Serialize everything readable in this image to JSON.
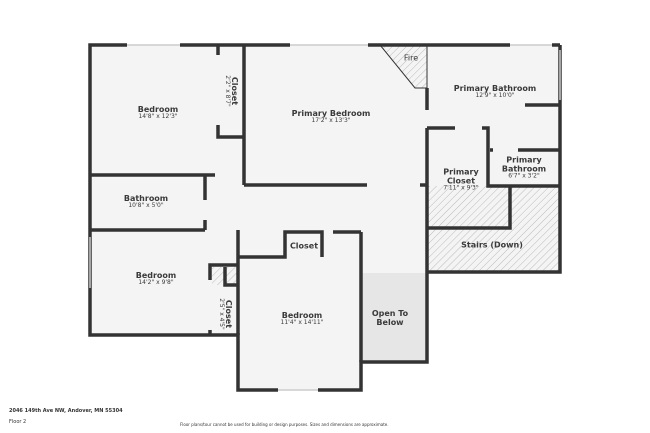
{
  "rooms": {
    "bedroom_nw": {
      "name": "Bedroom",
      "dims": "14'8\" x 12'3\""
    },
    "closet_nw": {
      "name": "Closet",
      "dims": "2'2\" x 8'7\""
    },
    "primary_bedroom": {
      "name": "Primary Bedroom",
      "dims": "17'2\" x 13'3\""
    },
    "fire": {
      "name": "Fire"
    },
    "primary_bathroom": {
      "name": "Primary Bathroom",
      "dims": "12'9\" x 10'0\""
    },
    "primary_closet": {
      "name": "Primary Closet",
      "dims": "7'11\" x 9'3\""
    },
    "primary_bathroom_small": {
      "name": "Primary Bathroom",
      "dims": "6'7\" x 3'2\""
    },
    "stairs": {
      "name": "Stairs (Down)"
    },
    "bathroom": {
      "name": "Bathroom",
      "dims": "10'8\" x 5'0\""
    },
    "bedroom_sw": {
      "name": "Bedroom",
      "dims": "14'2\" x 9'8\""
    },
    "closet_sw": {
      "name": "Closet",
      "dims": "2'5\" x 4'5\""
    },
    "closet_s": {
      "name": "Closet"
    },
    "bedroom_s": {
      "name": "Bedroom",
      "dims": "11'4\" x 14'11\""
    },
    "open_to_below": {
      "name": "Open To Below"
    }
  },
  "footer": {
    "address": "2046 149th Ave NW, Andover, MN 55304",
    "floor": "Floor 2",
    "disclaimer": "Floor plans/tour cannot be used for building or design purposes. Sizes and dimensions are approximate."
  },
  "colors": {
    "wall": "#333333",
    "floor": "#f4f4f4",
    "open": "#e6e6e6"
  }
}
